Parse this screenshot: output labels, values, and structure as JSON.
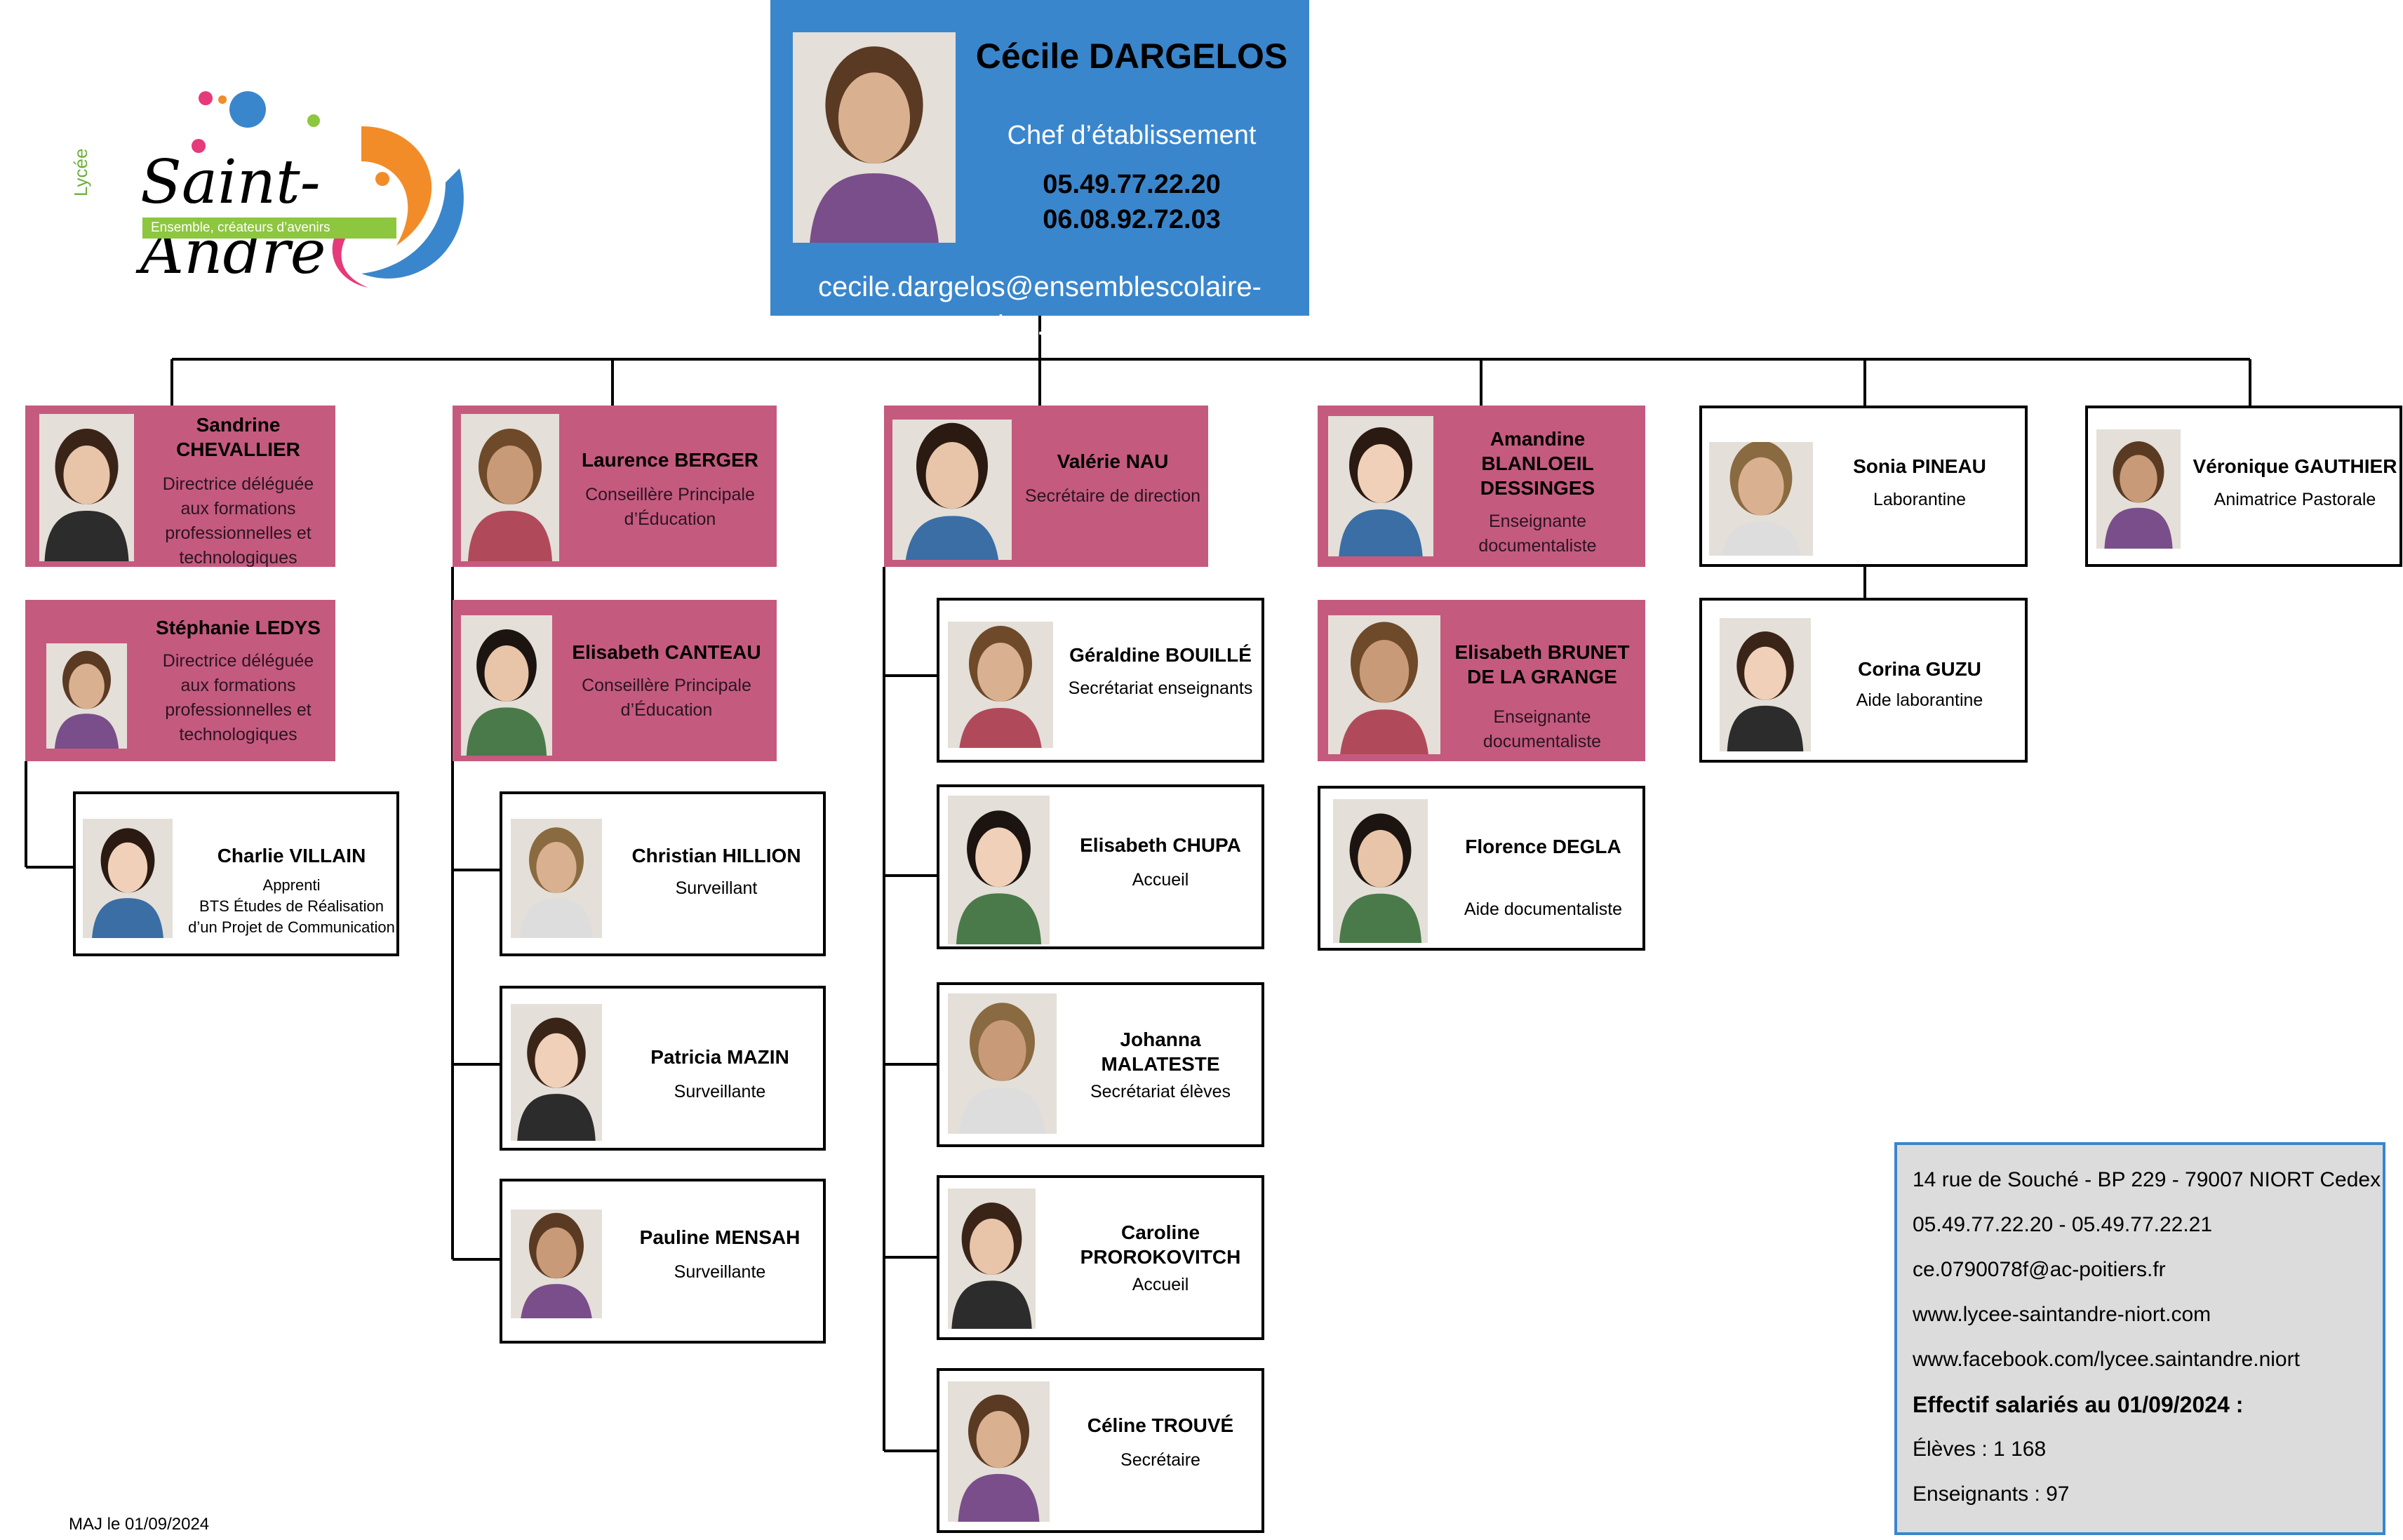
{
  "director": {
    "name": "Cécile DARGELOS",
    "role": "Chef d’établissement",
    "phone1": "05.49.77.22.20",
    "phone2": "06.08.92.72.03",
    "email": "cecile.dargelos@ensemblescolaire-niort.com"
  },
  "logo": {
    "lycee": "Lycée",
    "name": "Saint-André",
    "tagline": "Ensemble, créateurs d’avenirs"
  },
  "people": {
    "chevallier": {
      "name": "Sandrine\nCHEVALLIER",
      "role": "Directrice déléguée\naux formations\nprofessionnelles et\ntechnologiques"
    },
    "ledys": {
      "name": "Stéphanie LEDYS",
      "role": "Directrice déléguée\naux formations\nprofessionnelles et\ntechnologiques"
    },
    "villain": {
      "name": "Charlie VILLAIN",
      "role": "Apprenti\nBTS Études de Réalisation\nd’un Projet de Communication"
    },
    "berger": {
      "name": "Laurence BERGER",
      "role": "Conseillère Principale\nd’Éducation"
    },
    "canteau": {
      "name": "Elisabeth CANTEAU",
      "role": "Conseillère Principale\nd’Éducation"
    },
    "hillion": {
      "name": "Christian HILLION",
      "role": "Surveillant"
    },
    "mazin": {
      "name": "Patricia MAZIN",
      "role": "Surveillante"
    },
    "mensah": {
      "name": "Pauline MENSAH",
      "role": "Surveillante"
    },
    "nau": {
      "name": "Valérie NAU",
      "role": "Secrétaire de direction"
    },
    "bouille": {
      "name": "Géraldine BOUILLÉ",
      "role": "Secrétariat enseignants"
    },
    "chupa": {
      "name": "Elisabeth CHUPA",
      "role": "Accueil"
    },
    "malateste": {
      "name": "Johanna\nMALATESTE",
      "role": "Secrétariat élèves"
    },
    "prorokovitch": {
      "name": "Caroline\nPROROKOVITCH",
      "role": "Accueil"
    },
    "trouve": {
      "name": "Céline TROUVÉ",
      "role": "Secrétaire"
    },
    "blanloeil": {
      "name": "Amandine\nBLANLOEIL\nDESSINGES",
      "role": "Enseignante\ndocumentaliste"
    },
    "brunet": {
      "name": "Elisabeth BRUNET\nDE LA GRANGE",
      "role": "Enseignante\ndocumentaliste"
    },
    "degla": {
      "name": "Florence DEGLA",
      "role": "Aide documentaliste"
    },
    "pineau": {
      "name": "Sonia PINEAU",
      "role": "Laborantine"
    },
    "guzu": {
      "name": "Corina GUZU",
      "role": "Aide laborantine"
    },
    "gauthier": {
      "name": "Véronique GAUTHIER",
      "role": "Animatrice Pastorale"
    }
  },
  "info": {
    "address": "14 rue de Souché - BP 229 - 79007 NIORT Cedex",
    "phones": "05.49.77.22.20 - 05.49.77.22.21",
    "email": "ce.0790078f@ac-poitiers.fr",
    "website": "www.lycee-saintandre-niort.com",
    "facebook": "www.facebook.com/lycee.saintandre.niort",
    "staff_title": "Effectif salariés au 01/09/2024 :",
    "students": "Élèves : 1 168",
    "teachers": "Enseignants : 97"
  },
  "maj": "MAJ le 01/09/2024",
  "colors": {
    "director_blue": "#3a86cc",
    "card_pink": "#c55a7f",
    "info_gray": "#dcdcdc"
  }
}
